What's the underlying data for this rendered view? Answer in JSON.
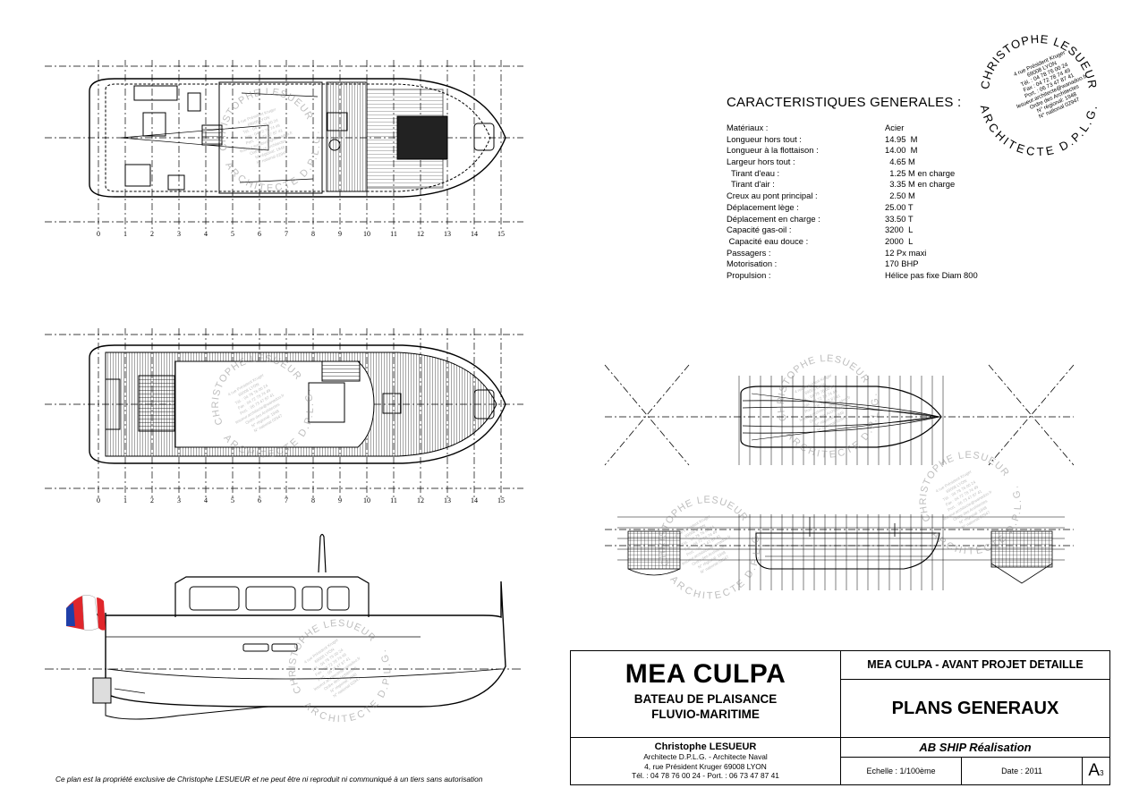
{
  "specs": {
    "title": "CARACTERISTIQUES GENERALES :",
    "rows": [
      {
        "label": "Matériaux :",
        "value": "Acier"
      },
      {
        "label": "Longueur hors tout :",
        "value": "14.95  M"
      },
      {
        "label": "Longueur à la flottaison :",
        "value": "14.00  M"
      },
      {
        "label": "Largeur hors tout :",
        "value": "  4.65 M"
      },
      {
        "label": "  Tirant d'eau :",
        "value": "  1.25 M en charge"
      },
      {
        "label": "  Tirant d'air :",
        "value": "  3.35 M en charge"
      },
      {
        "label": "Creux au pont principal :",
        "value": "  2.50 M"
      },
      {
        "label": "Déplacement lège :",
        "value": "25.00 T"
      },
      {
        "label": "Déplacement en charge :",
        "value": "33.50 T"
      },
      {
        "label": "Capacité gas-oil :",
        "value": "3200  L"
      },
      {
        "label": " Capacité eau douce :",
        "value": "2000  L"
      },
      {
        "label": "Passagers :",
        "value": "12 Px maxi"
      },
      {
        "label": "Motorisation :",
        "value": "170 BHP"
      },
      {
        "label": "Propulsion :",
        "value": "Hélice pas fixe Diam 800"
      }
    ]
  },
  "stamp": {
    "name": "CHRISTOPHE LESUEUR",
    "title": "ARCHITECTE D.P.L.G.",
    "lines": [
      "4 rue Président Kruger",
      "69008 LYON",
      "Tél. : 04 78 76 00 24",
      "Fax : 04 72 78 74 49",
      "Port. : 06 73 47 87 41",
      "lesueur.architecte@wanadoo.fr",
      "Ordre des Architectes",
      "N° régional: 1948",
      "N° national 02947"
    ]
  },
  "scale_numbers": [
    "0",
    "1",
    "2",
    "3",
    "4",
    "5",
    "6",
    "7",
    "8",
    "9",
    "10",
    "11",
    "12",
    "13",
    "14",
    "15"
  ],
  "copyright": "Ce plan est la propriété exclusive de Christophe LESUEUR et ne peut être ni reproduit ni communiqué à un tiers sans autorisation",
  "title_block": {
    "boat_name": "MEA CULPA",
    "boat_type_1": "BATEAU DE PLAISANCE",
    "boat_type_2": "FLUVIO-MARITIME",
    "architect": "Christophe LESUEUR",
    "architect_title": "Architecte D.P.L.G. - Architecte Naval",
    "address": "4, rue Président Kruger 69008 LYON",
    "phones": "Tél. : 04 78 76 00 24 - Port. : 06 73 47 87 41",
    "project": "MEA CULPA - AVANT PROJET DETAILLE",
    "drawing": "PLANS GENERAUX",
    "builder": "AB SHIP Réalisation",
    "scale": "Echelle : 1/100ème",
    "date": "Date : 2011",
    "format": "A",
    "format_sub": "3"
  },
  "colors": {
    "flag_blue": "#1f3fa8",
    "flag_red": "#e0262b",
    "line": "#000000",
    "stamp_gray": "#8a8a8a"
  }
}
